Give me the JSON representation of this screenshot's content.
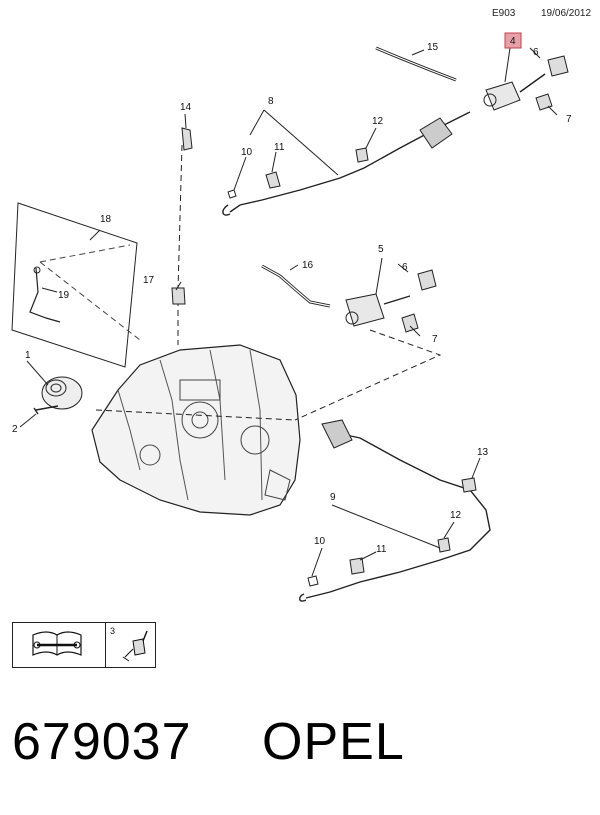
{
  "header": {
    "code": "E903",
    "date": "19/06/2012"
  },
  "callouts": {
    "c1": "1",
    "c2": "2",
    "c3": "3",
    "c4": "4",
    "c5": "5",
    "c6a": "6",
    "c6b": "6",
    "c7a": "7",
    "c7b": "7",
    "c8": "8",
    "c9": "9",
    "c10a": "10",
    "c10b": "10",
    "c11a": "11",
    "c11b": "11",
    "c12a": "12",
    "c12b": "12",
    "c13": "13",
    "c14": "14",
    "c15": "15",
    "c16": "16",
    "c17": "17",
    "c18": "18",
    "c19": "19"
  },
  "highlight_color": "#e8a0a8",
  "legend": {
    "icon": "workshop-manual-icon",
    "note": "3",
    "part_icon": "bleeder-valve-icon"
  },
  "footer": {
    "part_number": "679037",
    "brand": "OPEL"
  }
}
